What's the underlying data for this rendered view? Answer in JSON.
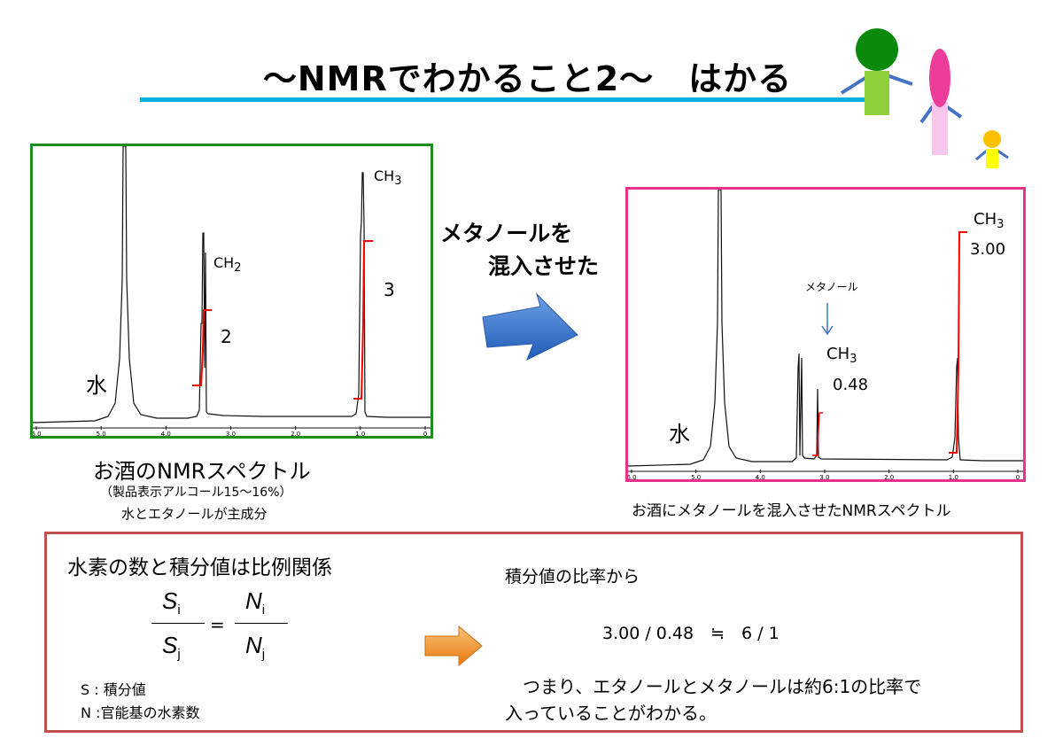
{
  "title": "～NMRでわかること2～　はかる",
  "colors": {
    "title_line": "#00aee8",
    "left_frame": "#1e8c1e",
    "right_frame": "#e8328c",
    "bottom_frame": "#c0504d",
    "integral": "#ff0000",
    "blue_arrow": "#2f6fc9",
    "orange_arrow": "#f08a1c"
  },
  "left_spectrum": {
    "water_label": "水",
    "ch2_label": "CH",
    "ch2_sub": "2",
    "ch2_integral": "2",
    "ch3_label": "CH",
    "ch3_sub": "3",
    "ch3_integral": "3",
    "axis_ticks": [
      "6.0",
      "5.0",
      "4.0",
      "3.0",
      "2.0",
      "1.0",
      "0"
    ]
  },
  "left_caption": {
    "title": "お酒のNMRスペクトル",
    "line2": "（製品表示アルコール15～16%）",
    "line3": "水とエタノールが主成分"
  },
  "middle": {
    "line1": "メタノールを",
    "line2": "混入させた"
  },
  "right_spectrum": {
    "water_label": "水",
    "methanol_arrow_label": "メタノール",
    "methanol_ch3_label": "CH",
    "methanol_ch3_sub": "3",
    "methanol_value": "0.48",
    "ch3_label": "CH",
    "ch3_sub": "3",
    "ch3_value": "3.00",
    "axis_ticks": [
      "6.0",
      "5.0",
      "4.0",
      "3.0",
      "2.0",
      "1.0",
      "0"
    ]
  },
  "right_caption": "お酒にメタノールを混入させたNMRスペクトル",
  "bottom": {
    "heading": "水素の数と積分値は比例関係",
    "formula": {
      "s_num": "S",
      "s_num_sub": "i",
      "s_den": "S",
      "s_den_sub": "j",
      "equals": "=",
      "n_num": "N",
      "n_num_sub": "i",
      "n_den": "N",
      "n_den_sub": "j"
    },
    "legend_s": "S : 積分値",
    "legend_n": "N :官能基の水素数",
    "ratio_heading": "積分値の比率から",
    "ratio_expr": "3.00 / 0.48　≒　6 / 1",
    "conclusion_line1": "　つまり、エタノールとメタノールは約6:1の比率で",
    "conclusion_line2": "入っていることがわかる。"
  }
}
